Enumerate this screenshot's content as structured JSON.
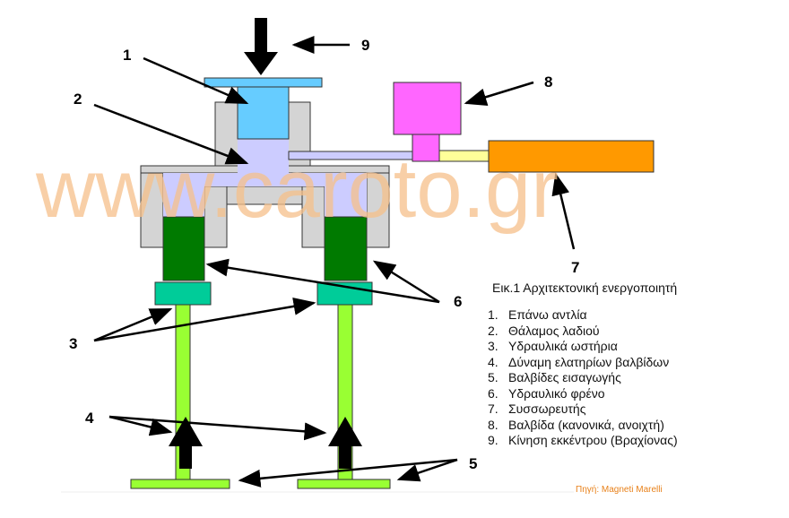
{
  "watermark": "www.caroto.gr",
  "caption": "Εικ.1 Αρχιτεκτονική ενεργοποιητή",
  "callouts": [
    "1",
    "2",
    "3",
    "4",
    "5",
    "6",
    "7",
    "8",
    "9"
  ],
  "legend": [
    {
      "n": "1.",
      "text": "Επάνω αντλία"
    },
    {
      "n": "2.",
      "text": "Θάλαμος λαδιού"
    },
    {
      "n": "3.",
      "text": "Υδραυλικά ωστήρια"
    },
    {
      "n": "4.",
      "text": "Δύναμη ελατηρίων βαλβίδων"
    },
    {
      "n": "5.",
      "text": "Βαλβίδες εισαγωγής"
    },
    {
      "n": "6.",
      "text": "Υδραυλικό φρένο"
    },
    {
      "n": "7.",
      "text": "Συσσωρευτής"
    },
    {
      "n": "8.",
      "text": "Βαλβίδα (κανονικά, ανοιχτή)"
    },
    {
      "n": "9.",
      "text": "Κίνηση εκκέντρου (Βραχίονας)"
    }
  ],
  "source": "Πηγή: Magneti Marelli",
  "colors": {
    "pump": "#66ccff",
    "oil": "#ccccff",
    "housing": "#d4d4d4",
    "brake": "#007a00",
    "tappet": "#00cc99",
    "stem": "#99ff33",
    "valve": "#ff66ff",
    "accumulator": "#ff9900",
    "connector": "#ffff99"
  }
}
